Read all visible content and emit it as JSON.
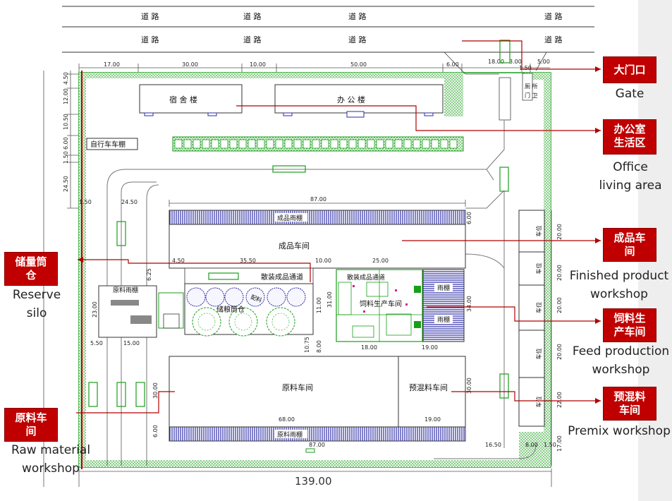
{
  "road": {
    "row1": [
      "道 路",
      "道 路",
      "道 路",
      "道 路"
    ],
    "row2": [
      "道 路",
      "道 路",
      "道 路",
      "道 路"
    ]
  },
  "top_dims": [
    "17.00",
    "30.00",
    "10.00",
    "50.00",
    "6.00",
    "18.00",
    "3.00",
    "1.50",
    "5.00"
  ],
  "left_dims": [
    "4.50",
    "12.00",
    "10.50",
    "6.00",
    "1.50",
    "24.50"
  ],
  "right_dims": [
    "20.00",
    "20.00",
    "20.00",
    "20.00",
    "22.00",
    "17.00"
  ],
  "dims": {
    "d87_top": "87.00",
    "d1_50": "1.50",
    "d24_50": "24.50",
    "d4_50": "4.50",
    "d35_50": "35.50",
    "d10_00": "10.00",
    "d25_00": "25.00",
    "d6_25": "6.25",
    "d23_00": "23.00",
    "d5_50": "5.50",
    "d15_00": "15.00",
    "d31_00": "31.00",
    "d10_75": "10.75",
    "d8_00": "8.00",
    "d18_00": "18.00",
    "d19_00": "19.00",
    "d34_00": "34.00",
    "d30_00": "30.00",
    "d68_00": "68.00",
    "d19_00b": "19.00",
    "d87_bottom": "87.00",
    "d16_50": "16.50",
    "d8_00b": "8.00",
    "d1_50b": "1.50",
    "d6_00_top": "6.00",
    "d6_00_bottom": "6.00",
    "d11_00": "11.00",
    "total_width": "139.00"
  },
  "buildings": {
    "dormitory": "宿 舍 楼",
    "office": "办 公 楼",
    "bike_shed": "自行车车棚",
    "toilet": "厕 所",
    "guard": "门 卫",
    "finished_product": "成品车间",
    "finished_shed": "成品雨棚",
    "bulk_passage_left": "散装成品通道",
    "bulk_passage_right": "散装成品通道",
    "silo": "储粮筒仓",
    "silo_sub": "配料",
    "feed_production": "饲料生产车间",
    "raw_shed": "原料雨棚",
    "raw_material": "原料车间",
    "premix": "预混料车间",
    "raw_canopy": "原料雨棚",
    "rain_shed_right1": "雨棚",
    "rain_shed_right2": "雨棚"
  },
  "parking_stall_label": "车位",
  "callouts": [
    {
      "id": "gate",
      "zh": "大门口",
      "en": "Gate"
    },
    {
      "id": "office",
      "zh": "办公室\n生活区",
      "en": "Office\nliving area"
    },
    {
      "id": "finished",
      "zh": "成品车\n间",
      "en": "Finished product\nworkshop"
    },
    {
      "id": "feed",
      "zh": "饲料生\n产车间",
      "en": "Feed production\nworkshop"
    },
    {
      "id": "premix",
      "zh": "预混料\n车间",
      "en": "Premix workshop"
    },
    {
      "id": "silo",
      "zh": "储量筒\n仓",
      "en": "Reserve\nsilo"
    },
    {
      "id": "raw",
      "zh": "原料车\n间",
      "en": "Raw material\nworkshop"
    }
  ],
  "colors": {
    "callout": "#c00000",
    "leader": "#b00000",
    "green": "#1a9e1a",
    "hatch_blue": "#2b2ba8"
  }
}
